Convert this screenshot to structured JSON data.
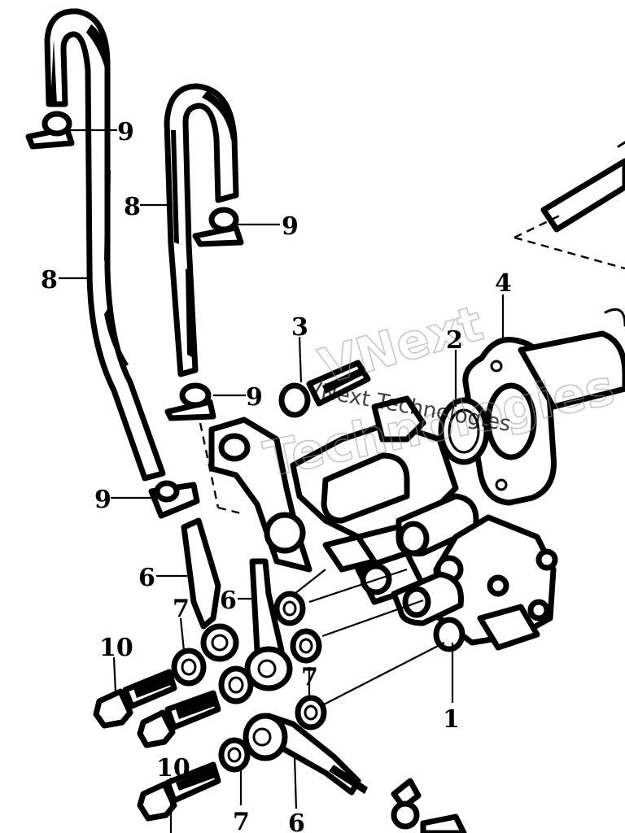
{
  "callouts": [
    {
      "id": "c9a",
      "text": "9"
    },
    {
      "id": "c8a",
      "text": "8"
    },
    {
      "id": "c9b",
      "text": "9"
    },
    {
      "id": "c8b",
      "text": "8"
    },
    {
      "id": "c3",
      "text": "3"
    },
    {
      "id": "c2",
      "text": "2"
    },
    {
      "id": "c4",
      "text": "4"
    },
    {
      "id": "c9c",
      "text": "9"
    },
    {
      "id": "c9d",
      "text": "9"
    },
    {
      "id": "c6a",
      "text": "6"
    },
    {
      "id": "c7a",
      "text": "7"
    },
    {
      "id": "c6b",
      "text": "6"
    },
    {
      "id": "c10a",
      "text": "10"
    },
    {
      "id": "c7b",
      "text": "7"
    },
    {
      "id": "c1",
      "text": "1"
    },
    {
      "id": "c10b",
      "text": "10"
    },
    {
      "id": "c7c",
      "text": "7"
    },
    {
      "id": "c6c",
      "text": "6"
    }
  ],
  "watermark": {
    "line1": "VNext",
    "line2": "Technologies",
    "line3": "VNext Technologies"
  }
}
